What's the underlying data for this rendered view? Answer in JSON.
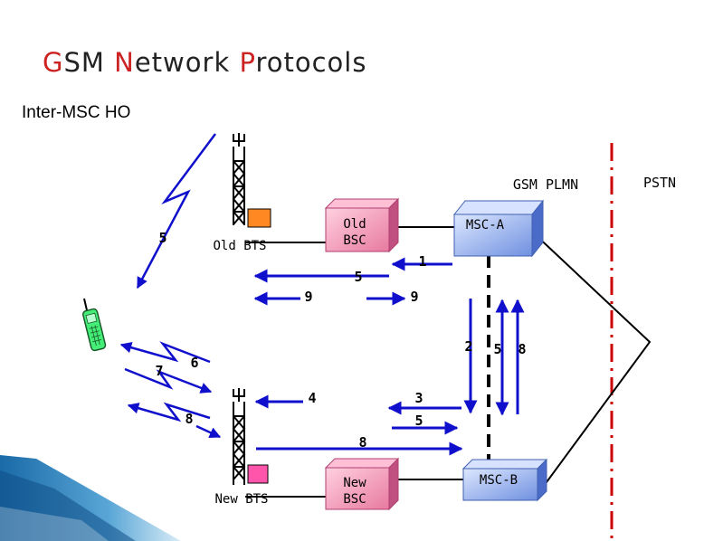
{
  "title": {
    "g": "G",
    "sm": "SM ",
    "n": "N",
    "etwork": "etwork ",
    "p": "P",
    "rotocols": "rotocols"
  },
  "subtitle": "Inter-MSC HO",
  "nodes": {
    "old_bsc": [
      "Old",
      "BSC"
    ],
    "new_bsc": [
      "New",
      "BSC"
    ],
    "msc_a": "MSC-A",
    "msc_b": "MSC-B",
    "old_bts": "Old BTS",
    "new_bts": "New BTS",
    "plmn": "GSM PLMN",
    "pstn": "PSTN"
  },
  "steps": {
    "s1": "1",
    "s2": "2",
    "s3": "3",
    "s4": "4",
    "s5_bsc": "5",
    "s5_mscb": "5",
    "s5_msca": "5",
    "s5_radio": "5",
    "s6": "6",
    "s7": "7",
    "s8_radio": "8",
    "s8_bsc": "8",
    "s8_msc": "8",
    "s9_left": "9",
    "s9_right": "9"
  },
  "colors": {
    "arrow": "#1010cc",
    "title_accent": "#cc2222",
    "box_pink": "#ee88aa",
    "box_blue": "#88aaee",
    "pstn_line": "#cc0000",
    "bts_sq_old": "#ff8822",
    "bts_sq_new": "#ff55aa"
  }
}
